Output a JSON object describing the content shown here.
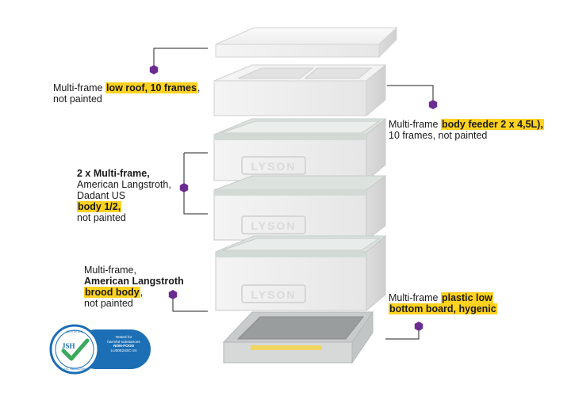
{
  "labels": {
    "roof": {
      "prefix": "Multi-frame ",
      "highlight": "low roof, 10 frames",
      "suffix": ",",
      "line2": "not painted"
    },
    "feeder": {
      "prefix": "Multi-frame ",
      "highlight": "body feeder 2 x 4,5L),",
      "line2": "10 frames, not painted"
    },
    "half_body": {
      "line1": "2 x Multi-frame,",
      "line2": "American Langstroth,",
      "line3": "Dadant US",
      "highlight": "body 1/2,",
      "line5": "not painted"
    },
    "brood": {
      "line1": "Multi-frame,",
      "line2": "American Langstroth",
      "highlight": "brood body",
      "suffix": ",",
      "line4": "not painted"
    },
    "bottom": {
      "prefix": "Multi-frame ",
      "highlight1": "plastic low",
      "highlight2": "bottom board, hygenic"
    }
  },
  "brand_mark": "LYSON",
  "certificate": {
    "seal_top": "CERTIFIED",
    "seal_bottom": "J.S. HAMILTON",
    "seal_initials": "JSH",
    "line1": "Tested for",
    "line2": "harmful substances",
    "line3": "NON-FOOD",
    "line4": "LU00524SC-24"
  },
  "colors": {
    "marker": "#6a2c91",
    "highlight": "#ffd21f",
    "badge_blue": "#1c6fb5",
    "seal_green": "#3aaa5c"
  }
}
